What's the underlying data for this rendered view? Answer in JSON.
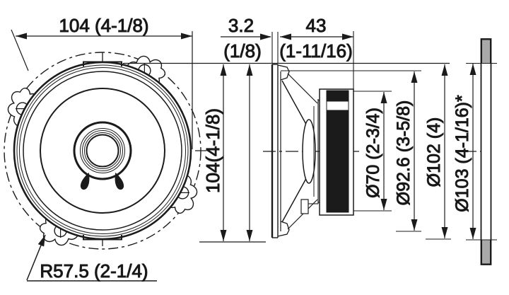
{
  "drawing": {
    "type": "speaker-dimension-diagram",
    "colors": {
      "line": "#1b1b1b",
      "panel_gray": "#a9a9a9",
      "background": "#ffffff"
    },
    "front": {
      "width": "104 (4-1/8)",
      "height": "104(4-1/8)",
      "tab_radius": "R57.5 (2-1/4)"
    },
    "side": {
      "flange_mm": "3.2",
      "flange_in": "(1/8)",
      "depth_mm": "43",
      "depth_in": "(1-11/16)",
      "dia_magnet": "Ø70 (2-3/4)",
      "dia_basket": "Ø92.6 (3-5/8)",
      "dia_frame": "Ø102 (4)",
      "dia_hole": "Ø103 (4-1/16)*"
    }
  }
}
